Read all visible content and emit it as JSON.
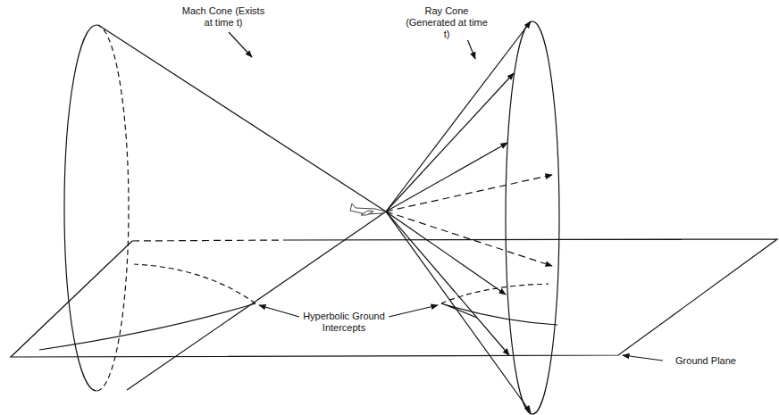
{
  "diagram": {
    "labels": [
      "Mach Cone (Exists at time t)",
      "Ray Cone (Generated at time t)",
      "Hyperbolic Ground Intercepts",
      "Ground Plane"
    ]
  }
}
